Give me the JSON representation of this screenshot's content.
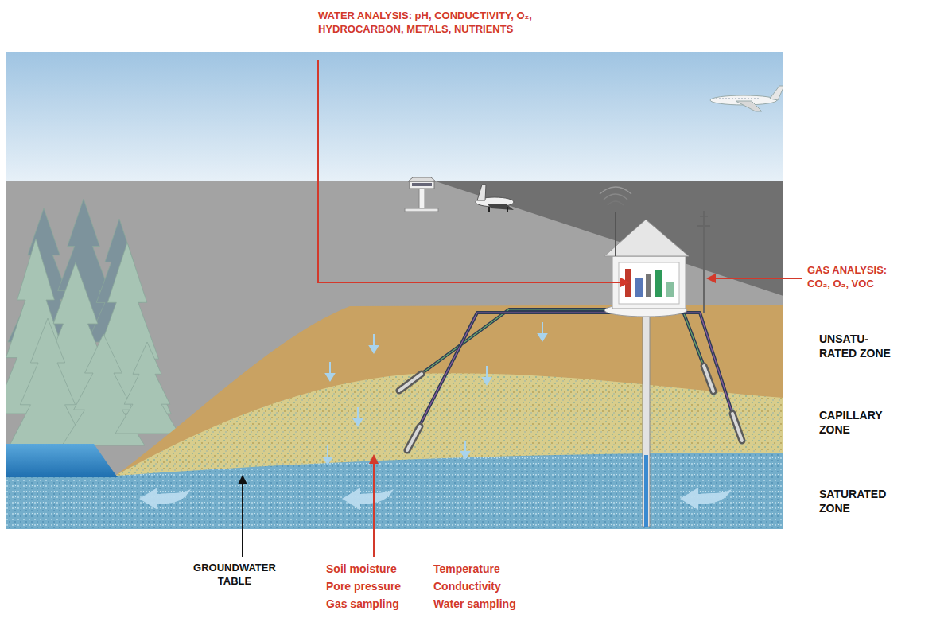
{
  "diagram": {
    "labels": [
      "WATER ANALYSIS: pH, CONDUCTIVITY, O₂, HYDROCARBON, METALS, NUTRIENTS",
      "GAS ANALYSIS: CO₂, O₂, VOC",
      "UNSATU- RATED ZONE",
      "CAPILLARY ZONE",
      "SATURATED ZONE",
      "GROUNDWATER TABLE",
      "Soil moisture",
      "Temperature",
      "Pore pressure",
      "Conductivity",
      "Gas sampling",
      "Water sampling"
    ]
  }
}
